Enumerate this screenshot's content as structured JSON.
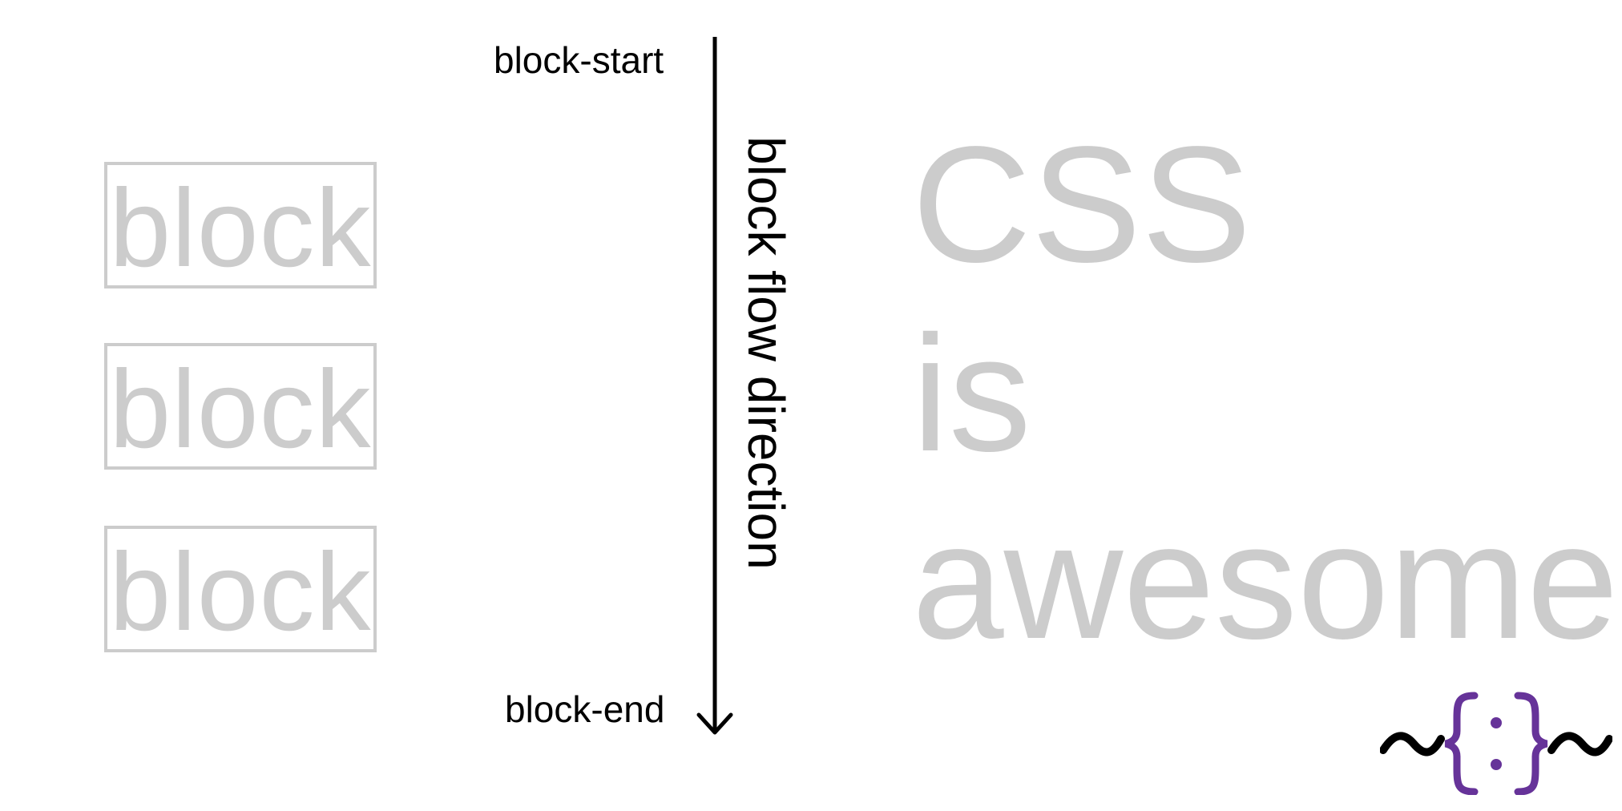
{
  "blocks": [
    {
      "label": "block"
    },
    {
      "label": "block"
    },
    {
      "label": "block"
    }
  ],
  "axis": {
    "start_label": "block-start",
    "end_label": "block-end",
    "direction_label": "block flow direction"
  },
  "text": {
    "line1": "CSS",
    "line2": "is",
    "line3": "awesome"
  },
  "logo": {
    "name": "curly-braces-logo-icon",
    "tilde_color": "#000000",
    "brace_color": "#663399"
  },
  "colors": {
    "muted": "#cccccc",
    "ink": "#000000"
  }
}
